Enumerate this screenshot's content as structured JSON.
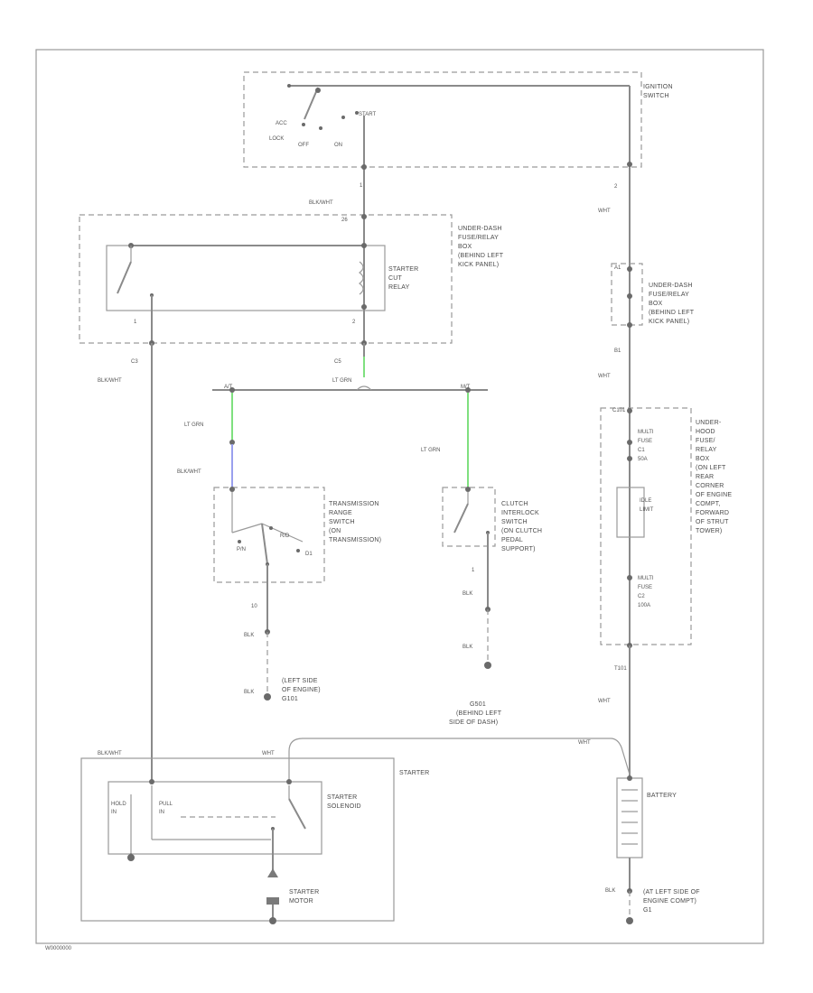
{
  "ignition_switch": {
    "name": "IGNITION SWITCH",
    "positions": [
      "ACC",
      "LOCK",
      "OFF",
      "ON",
      "START"
    ],
    "pins": [
      "1",
      "2"
    ],
    "wire_1": "BLK/WHT",
    "wire_2": "WHT"
  },
  "under_dash_box": {
    "name": "UNDER-DASH FUSE/RELAY BOX (BEHIND LEFT KICK PANEL)",
    "relay": "STARTER CUT RELAY",
    "pins": [
      "26",
      "1",
      "2",
      "C3",
      "C5"
    ],
    "wire_out_left": "BLK/WHT",
    "wire_out_right": "LT GRN"
  },
  "under_dash_box_2": {
    "name": "UNDER-DASH FUSE/RELAY BOX (BEHIND LEFT KICK PANEL)",
    "pins": [
      "A1",
      "B1"
    ],
    "wire": "WHT"
  },
  "under_hood_box": {
    "name": "UNDER-HOOD FUSE/ RELAY BOX (ON LEFT REAR CORNER OF ENGINE COMPT, FORWARD OF STRUT TOWER)",
    "fuse_1": "MULTI FUSE C1 50A",
    "idle_limit": "IDLE LIMIT",
    "fuse_2": "MULTI FUSE C2 100A",
    "pins": [
      "C101",
      "T101"
    ],
    "wire": "WHT"
  },
  "branch": {
    "wire_main": "LT GRN",
    "splice_left": "A/T",
    "splice_right": "M/T"
  },
  "transmission_switch": {
    "name": "TRANSMISSION RANGE SWITCH (ON TRANSMISSION)",
    "wire_in_1": "LT GRN",
    "wire_in_2": "BLK/WHT",
    "positions": [
      "P/N",
      "R/D",
      "D1"
    ],
    "pin": "10",
    "wire_out": "BLK",
    "ground": "LEFT SIDE OF ENGINE G101",
    "ground_wire": "BLK"
  },
  "clutch_switch": {
    "name": "CLUTCH INTERLOCK SWITCH (ON CLUTCH PEDAL SUPPORT)",
    "wire_in": "LT GRN",
    "pin": "1",
    "wire_out": "BLK",
    "ground": "G501 BEHIND LEFT SIDE OF DASH",
    "ground_wire": "BLK"
  },
  "starter": {
    "name": "STARTER",
    "solenoid": "STARTER SOLENOID",
    "hold_in": "HOLD IN",
    "pull_in": "PULL IN",
    "motor": "STARTER MOTOR",
    "wire_left": "BLK/WHT",
    "wire_right": "WHT"
  },
  "battery": {
    "name": "BATTERY",
    "wire_top": "WHT",
    "wire_bottom": "BLK",
    "ground": "AT LEFT SIDE OF ENGINE COMPT G1"
  },
  "footer_code": "W0000000"
}
